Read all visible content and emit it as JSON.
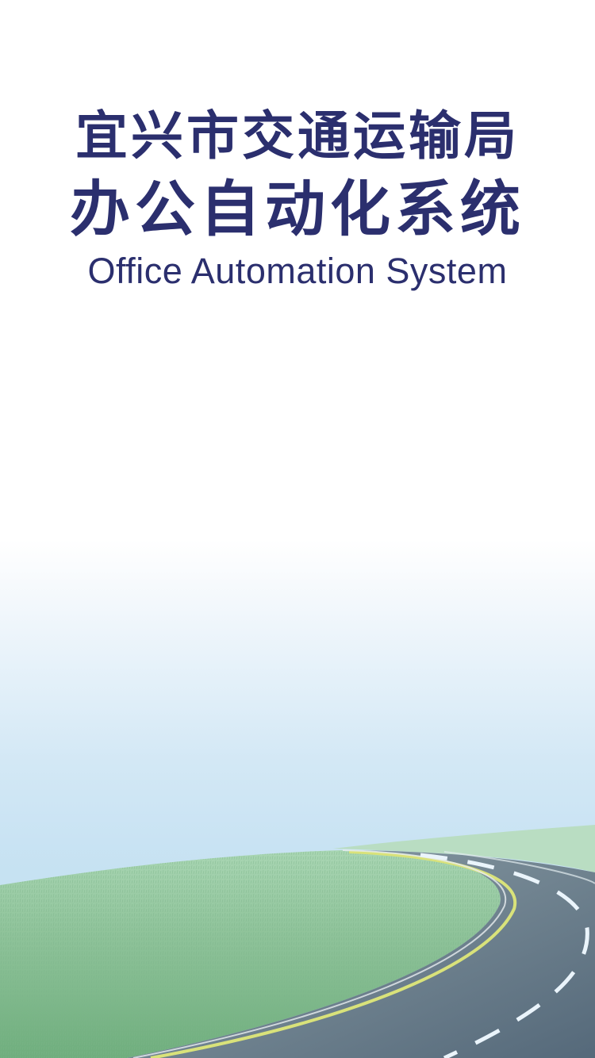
{
  "splash": {
    "title_line1": "宜兴市交通运输局",
    "title_line2": "办公自动化系统",
    "title_english": "Office Automation System"
  },
  "colors": {
    "title": "#2b2f6e",
    "sky_top": "#ffffff",
    "sky_bottom": "#c6e2f2",
    "grass": "#8fc39a",
    "road": "#5f7480",
    "road_edge_line": "#d9e27a",
    "lane_dash": "#eaf4fb"
  },
  "icons": {
    "background_art": "road-landscape-illustration"
  }
}
